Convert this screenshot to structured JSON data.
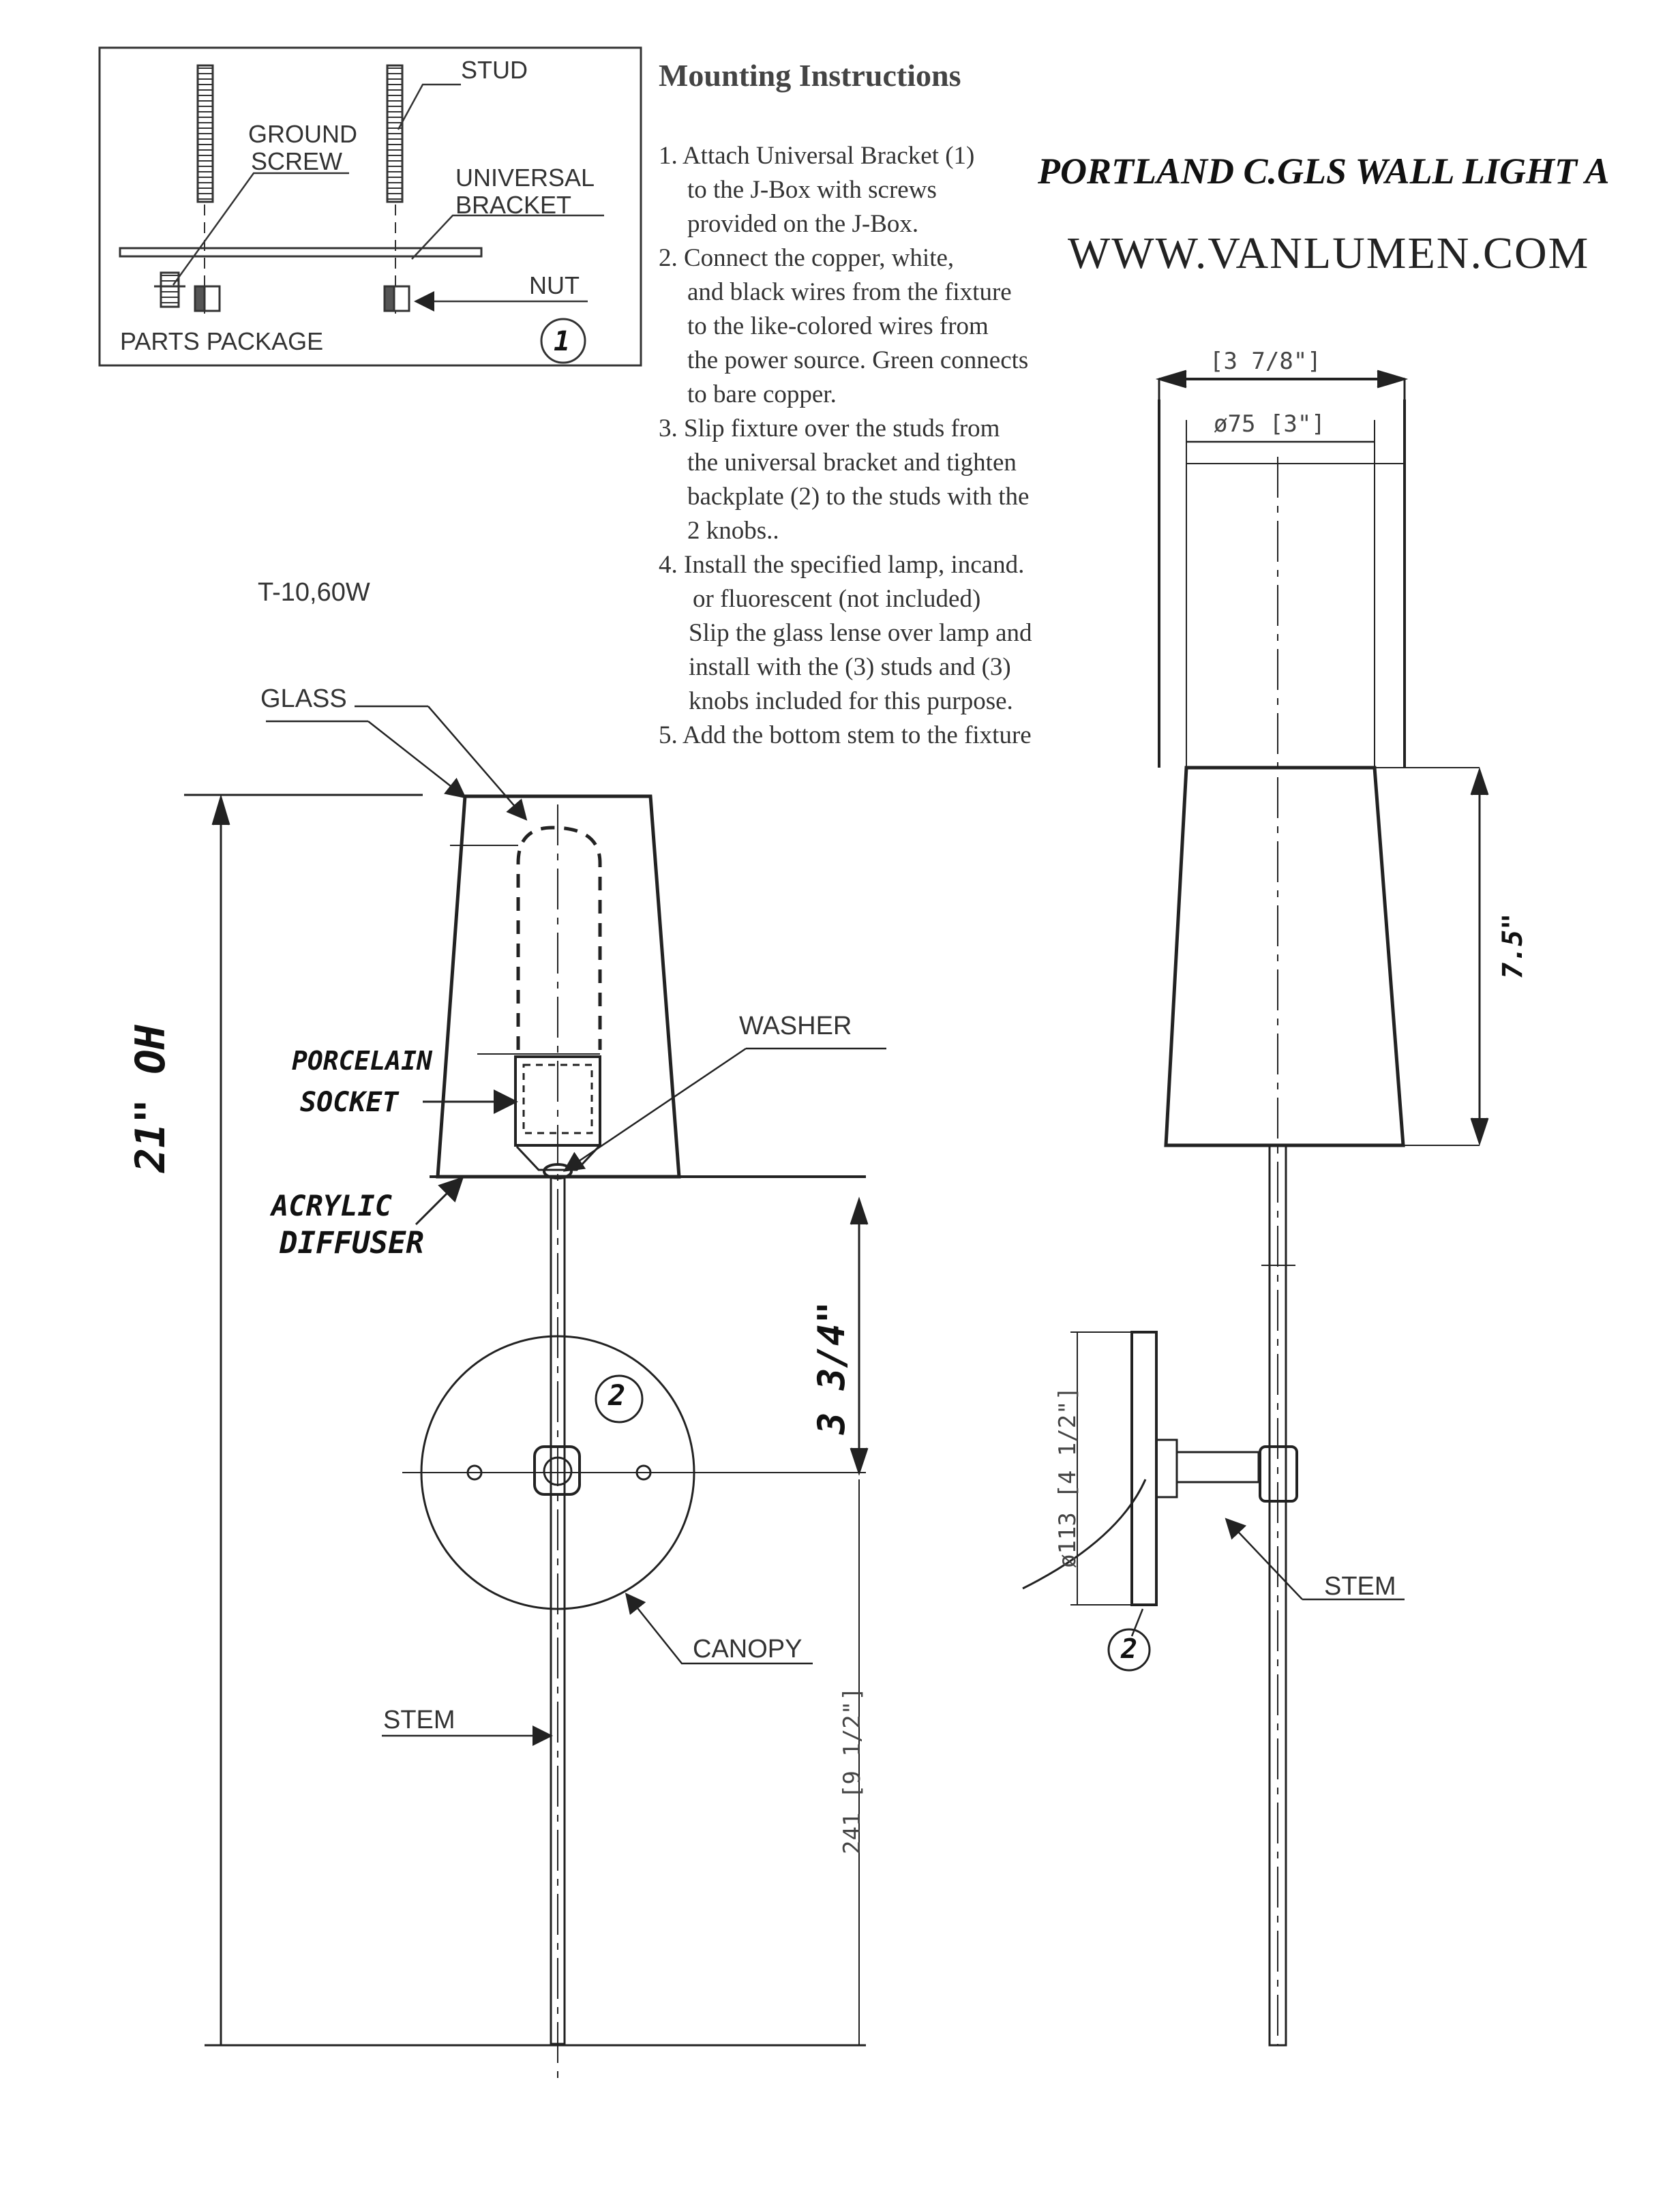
{
  "parts_box": {
    "stud": "STUD",
    "ground_screw_line1": "GROUND",
    "ground_screw_line2": "SCREW",
    "universal_line1": "UNIVERSAL",
    "universal_line2": "BRACKET",
    "nut": "NUT",
    "parts_package": "PARTS  PACKAGE",
    "callout": "1"
  },
  "instructions": {
    "title": "Mounting Instructions",
    "lines": [
      "1. Attach Universal Bracket (1)",
      "to the J-Box with screws",
      "provided on the J-Box.",
      "2. Connect the copper, white,",
      "and black wires from the fixture",
      "to the like-colored wires from",
      "the power source. Green connects",
      "to bare copper.",
      "3. Slip fixture over the studs from",
      "the universal bracket and tighten",
      "backplate (2) to the studs with the",
      "2 knobs..",
      "4. Install the specified lamp, incand.",
      "or fluorescent (not included)",
      "Slip the glass lense over lamp and",
      "install with the (3) studs and (3)",
      "knobs included for this purpose.",
      "5. Add the bottom stem to the fixture"
    ]
  },
  "header": {
    "product": "PORTLAND C.GLS WALL LIGHT A",
    "website": "WWW.VANLUMEN.COM"
  },
  "front_view": {
    "lamp": "T-10,60W",
    "glass": "GLASS",
    "washer": "WASHER",
    "porcelain_line1": "PORCELAIN",
    "porcelain_line2": "SOCKET",
    "acrylic_line1": "ACRYLIC",
    "acrylic_line2": "DIFFUSER",
    "overall_height": "21\" OH",
    "stem_offset": "3 3/4\"",
    "canopy_callout": "2",
    "canopy": "CANOPY",
    "stem": "STEM",
    "stem_length": "241 [9 1/2\"]"
  },
  "side_view": {
    "top_width": "[3 7/8\"]",
    "inner_diameter": "ø75 [3\"]",
    "shade_height": "7.5\"",
    "canopy_diameter": "ø113 [4 1/2\"]",
    "stem": "STEM",
    "canopy_callout": "2"
  }
}
